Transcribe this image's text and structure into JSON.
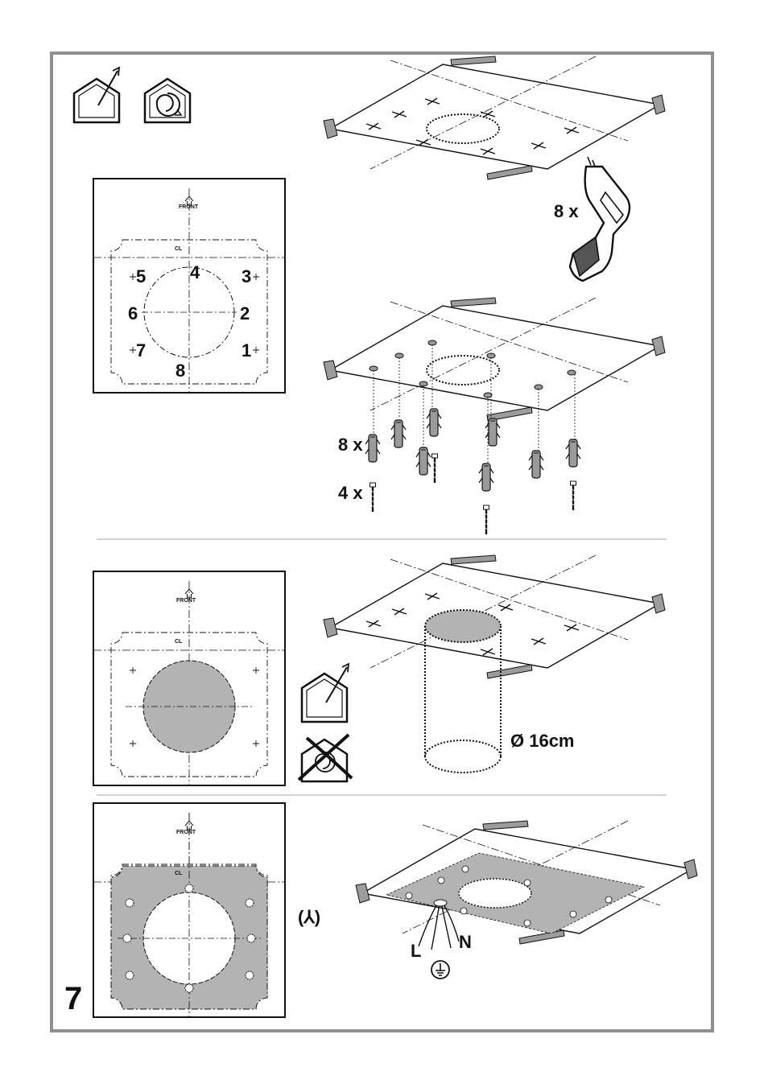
{
  "page_number": "7",
  "templates": {
    "front_label": "FRONT",
    "cl_label": "CL",
    "hole_numbers": [
      "1",
      "2",
      "3",
      "4",
      "5",
      "6",
      "7",
      "8"
    ]
  },
  "steps": {
    "drill_count": "8 x",
    "plug_count": "8 x",
    "screw_count": "4 x",
    "duct_diameter": "Ø 16cm"
  },
  "wiring": {
    "line_label": "L",
    "neutral_label": "N",
    "symbol": "(⅄)"
  },
  "icons": [
    "ducted-mode-icon",
    "recirculation-mode-icon",
    "drill-icon",
    "earth-ground-icon"
  ],
  "colors": {
    "frame": "#8f8f8f",
    "fill_gray": "#b3b3b3",
    "ink": "#111111"
  }
}
